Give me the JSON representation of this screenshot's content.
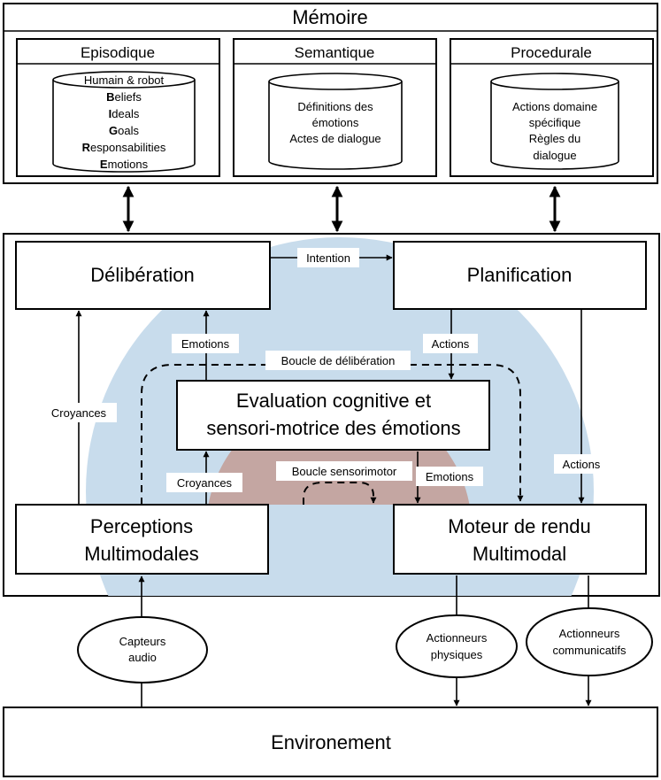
{
  "memoire": {
    "title": "Mémoire",
    "episodique": {
      "title": "Episodique",
      "lines": [
        {
          "lead": "",
          "rest": "Humain & robot"
        },
        {
          "lead": "B",
          "rest": "eliefs"
        },
        {
          "lead": "I",
          "rest": "deals"
        },
        {
          "lead": "G",
          "rest": "oals"
        },
        {
          "lead": "R",
          "rest": "esponsabilities"
        },
        {
          "lead": "E",
          "rest": "motions"
        }
      ]
    },
    "semantique": {
      "title": "Semantique",
      "lines": [
        "Définitions des",
        "émotions",
        "Actes de dialogue"
      ]
    },
    "procedurale": {
      "title": "Procedurale",
      "lines": [
        "Actions domaine",
        "spécifique",
        "Règles du",
        "dialogue"
      ]
    }
  },
  "modules": {
    "deliberation": "Délibération",
    "planification": "Planification",
    "evaluation": [
      "Evaluation cognitive et",
      "sensori-motrice des émotions"
    ],
    "perceptions": [
      "Perceptions",
      "Multimodales"
    ],
    "moteur": [
      "Moteur de rendu",
      "Multimodal"
    ],
    "environnement": "Environement"
  },
  "labels": {
    "intention": "Intention",
    "emotions_left": "Emotions",
    "actions_mid": "Actions",
    "boucle_deliberation": "Boucle de délibération",
    "croyances_left": "Croyances",
    "croyances_mid": "Croyances",
    "boucle_sensorimotor": "Boucle sensorimotor",
    "emotions_right": "Emotions",
    "actions_right": "Actions"
  },
  "io": {
    "capteurs": [
      "Capteurs",
      "audio"
    ],
    "actionneurs_physiques": [
      "Actionneurs",
      "physiques"
    ],
    "actionneurs_communicatifs": [
      "Actionneurs",
      "communicatifs"
    ]
  },
  "colors": {
    "blue_circle": "#c8dcec",
    "brown_circle": "#c4a6a2"
  }
}
